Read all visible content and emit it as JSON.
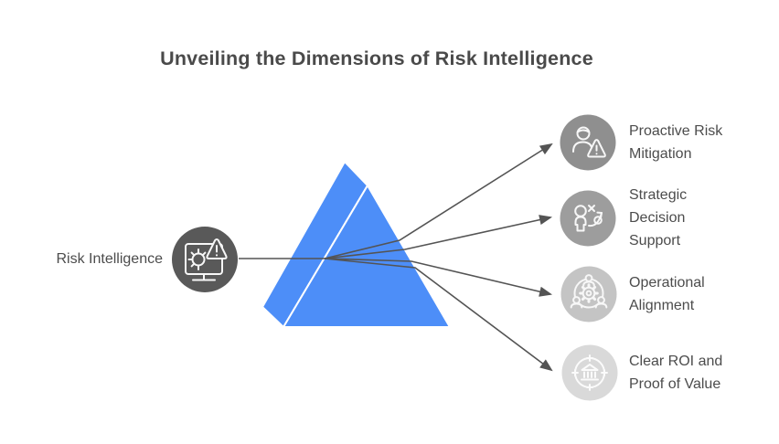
{
  "title": "Unveiling the Dimensions of Risk Intelligence",
  "source": {
    "label": "Risk Intelligence",
    "icon": "bug-monitor-alert-icon",
    "circle_color": "#595959"
  },
  "outputs": [
    {
      "label": "Proactive Risk\nMitigation",
      "icon": "person-alert-icon",
      "circle_color": "#8f8f8f"
    },
    {
      "label": "Strategic\nDecision\nSupport",
      "icon": "person-strategy-icon",
      "circle_color": "#9d9d9d"
    },
    {
      "label": "Operational\nAlignment",
      "icon": "team-gear-icon",
      "circle_color": "#c4c4c4"
    },
    {
      "label": "Clear ROI and\nProof of Value",
      "icon": "bank-target-icon",
      "circle_color": "#d9d9d9"
    }
  ],
  "colors": {
    "background": "#ffffff",
    "prism": "#4d8ef8",
    "prism_edge": "#ffffff",
    "ray": "#545454",
    "title_text": "#4a4a4a",
    "label_text": "#4c4c4c",
    "icon_stroke": "#f7f7f7"
  }
}
